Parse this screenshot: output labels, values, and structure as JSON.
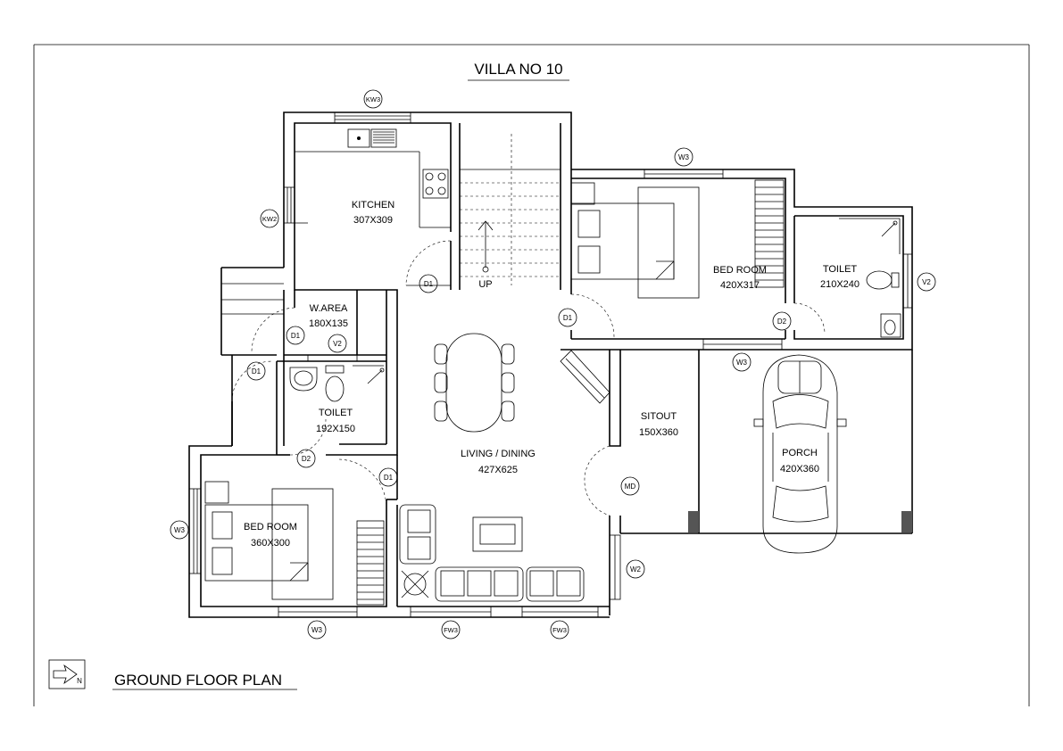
{
  "title": "VILLA NO 10",
  "plan_title": "GROUND FLOOR PLAN",
  "north_label": "N",
  "rooms": {
    "kitchen": {
      "name": "KITCHEN",
      "size": "307X309"
    },
    "bedroom_top": {
      "name": "BED ROOM",
      "size": "420X317"
    },
    "toilet_right": {
      "name": "TOILET",
      "size": "210X240"
    },
    "warea": {
      "name": "W.AREA",
      "size": "180X135"
    },
    "toilet_mid": {
      "name": "TOILET",
      "size": "192X150"
    },
    "living": {
      "name": "LIVING / DINING",
      "size": "427X625"
    },
    "sitout": {
      "name": "SITOUT",
      "size": "150X360"
    },
    "porch": {
      "name": "PORCH",
      "size": "420X360"
    },
    "bedroom_left": {
      "name": "BED ROOM",
      "size": "360X300"
    }
  },
  "stair_label": "UP",
  "tags": {
    "kw3": "KW3",
    "kw2": "KW2",
    "w3_top": "W3",
    "v2_right": "V2",
    "d1_kitchen": "D1",
    "d1_living": "D1",
    "d2_bed": "D2",
    "w3_porch": "W3",
    "d1_warea": "D1",
    "v2_mid": "V2",
    "d1_left": "D1",
    "d2_toilet": "D2",
    "d1_bottom": "D1",
    "md": "MD",
    "w3_left": "W3",
    "w2": "W2",
    "w3_bottom": "W3",
    "fw3_a": "FW3",
    "fw3_b": "FW3"
  }
}
